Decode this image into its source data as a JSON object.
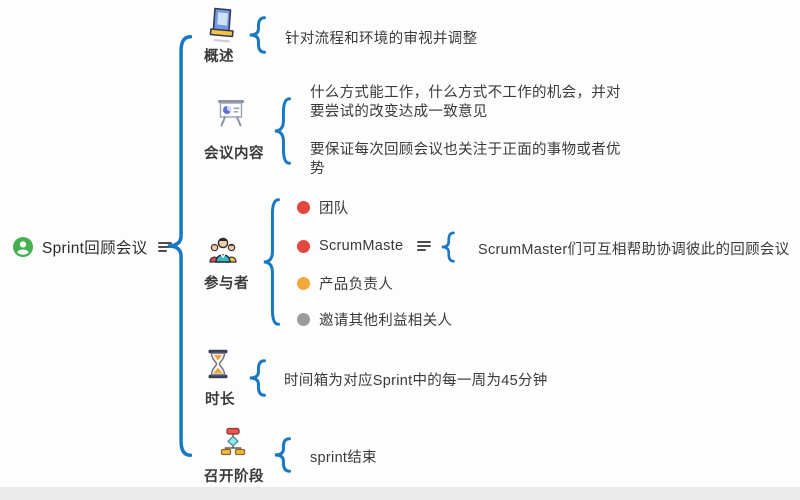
{
  "root": {
    "title": "Sprint回顾会议"
  },
  "branches": [
    {
      "label": "概述",
      "icon": "book-icon",
      "children": [
        {
          "text": "针对流程和环境的审视并调整"
        }
      ]
    },
    {
      "label": "会议内容",
      "icon": "presentation-board-icon",
      "children": [
        {
          "text": "什么方式能工作，什么方式不工作的机会，并对要尝试的改变达成一致意见"
        },
        {
          "text": "要保证每次回顾会议也关注于正面的事物或者优势"
        }
      ]
    },
    {
      "label": "参与者",
      "icon": "people-group-icon",
      "children": [
        {
          "marker_color": "#e5473e",
          "text": "团队"
        },
        {
          "marker_color": "#e5473e",
          "text": "ScrumMaste",
          "has_notes_icon": true,
          "detail": "ScrumMaster们可互相帮助协调彼此的回顾会议"
        },
        {
          "marker_color": "#f2a83b",
          "text": "产品负责人"
        },
        {
          "marker_color": "#9b9b9b",
          "text": "邀请其他利益相关人"
        }
      ]
    },
    {
      "label": "时长",
      "icon": "hourglass-icon",
      "children": [
        {
          "text": "时间箱为对应Sprint中的每一周为45分钟"
        }
      ]
    },
    {
      "label": "召开阶段",
      "icon": "flowchart-icon",
      "children": [
        {
          "text": "sprint结束"
        }
      ]
    }
  ],
  "colors": {
    "brace": "#1878c2",
    "text": "#3a3a3a",
    "root_badge_green": "#45b14e",
    "marker_red": "#e5473e",
    "marker_yellow": "#f2a83b",
    "marker_gray": "#9b9b9b"
  }
}
